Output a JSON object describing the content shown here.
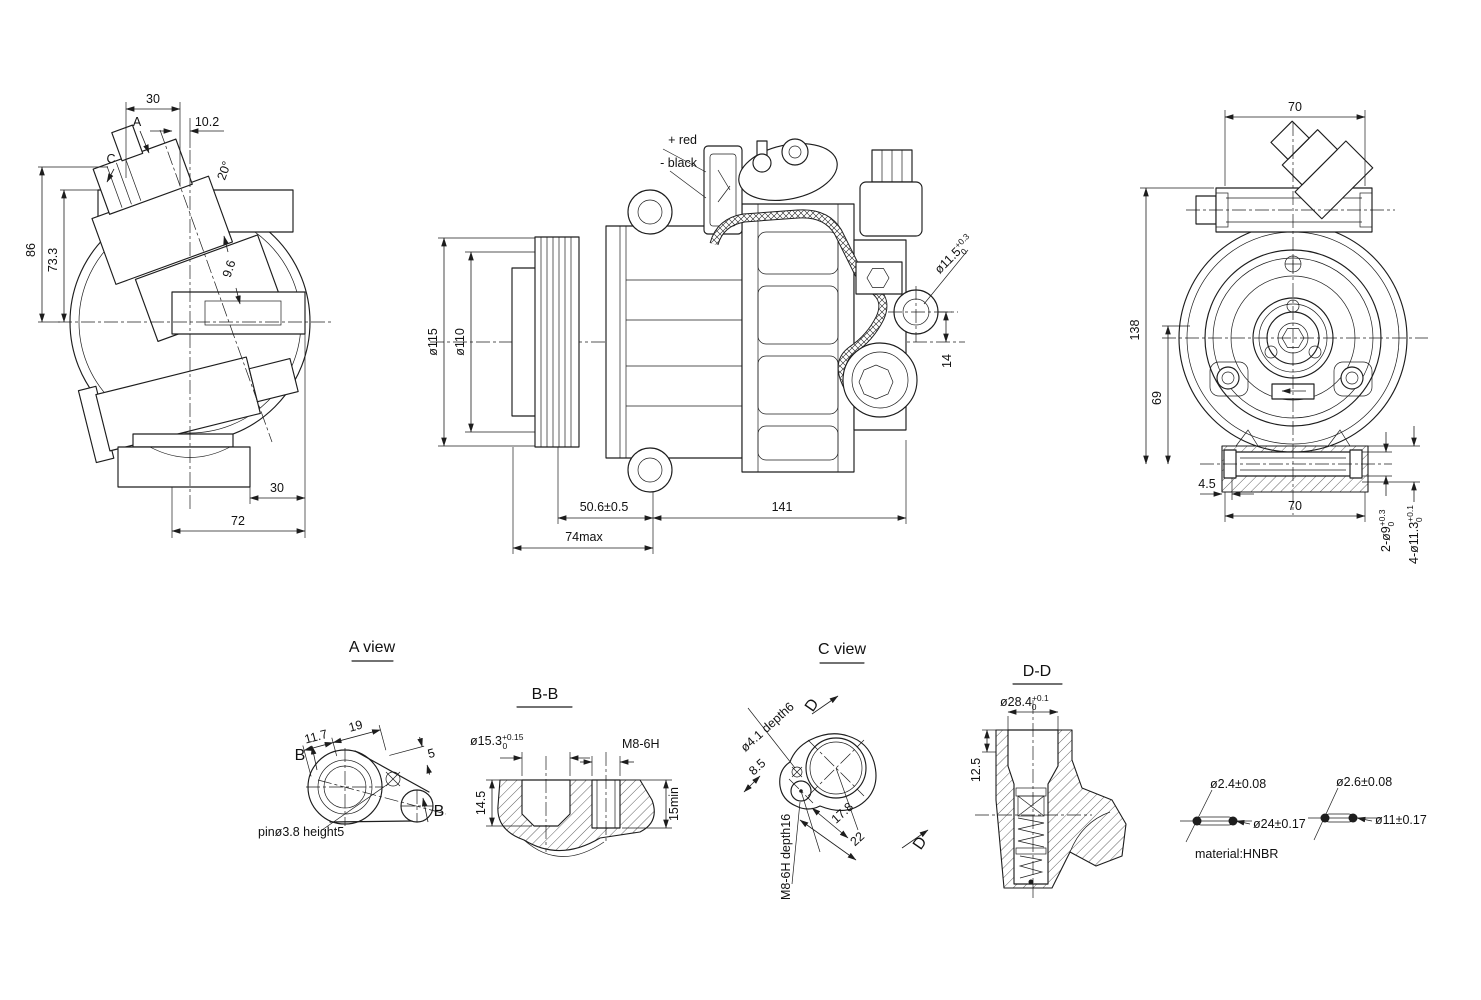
{
  "page": {
    "bg": "#ffffff",
    "line_color": "#1d1d1d"
  },
  "left_view": {
    "a": "A",
    "c": "C",
    "d30_top": "30",
    "d10_2": "10.2",
    "angle": "20°",
    "d86": "86",
    "d73": "73.3",
    "d96": "9.6",
    "d30_bot": "30",
    "d72": "72"
  },
  "front_view": {
    "plus": "+ red",
    "minus": "- black",
    "d115": "ø115",
    "d110": "ø110",
    "d50": "50.6±0.5",
    "d141": "141",
    "d74": "74max",
    "d14": "14",
    "port": {
      "main": "ø11.5",
      "sup": "+0.3",
      "sub": "0"
    }
  },
  "right_view": {
    "d70t": "70",
    "d138": "138",
    "d69": "69",
    "d45": "4.5",
    "d70b": "70",
    "bush": {
      "main": "2-ø9",
      "sup": "+0.3",
      "sub": "0"
    },
    "holes": {
      "main": "4-ø11.3",
      "sup": "+0.1",
      "sub": "0"
    }
  },
  "a_view": {
    "title": "A view",
    "b1": "B",
    "b2": "B",
    "d117": "11.7",
    "d19": "19",
    "d5": "5",
    "pin_note": "pinø3.8 height5"
  },
  "b_section": {
    "title": "B-B",
    "bore": {
      "main": "ø15.3",
      "sup": "+0.15",
      "sub": "0"
    },
    "thread": "M8-6H",
    "d145": "14.5",
    "d15min": "15min"
  },
  "c_view": {
    "title": "C view",
    "d1": "D",
    "d2": "D",
    "hole_note": "ø4.1 depth6",
    "d85": "8.5",
    "d178": "17.8",
    "d22": "22",
    "thread_note": "M8-6H depth16"
  },
  "d_section": {
    "title": "D-D",
    "bore": {
      "main": "ø28.4",
      "sup": "+0.1",
      "sub": "0"
    },
    "d125": "12.5"
  },
  "orings": {
    "o1_cs": "ø2.4±0.08",
    "o1_od": "ø24±0.17",
    "o2_cs": "ø2.6±0.08",
    "o2_od": "ø11±0.17",
    "material": "material:HNBR"
  }
}
